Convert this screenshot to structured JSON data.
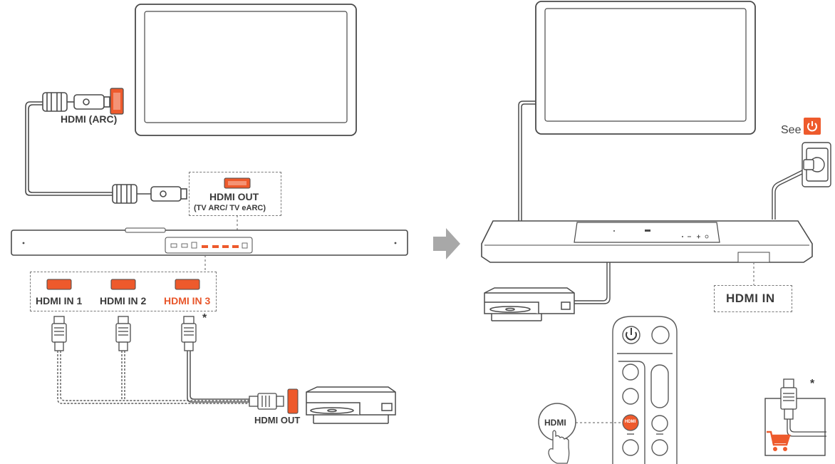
{
  "left_panel": {
    "tv_port_label": "HDMI (ARC)",
    "soundbar_out_label": "HDMI OUT",
    "soundbar_out_sublabel": "(TV ARC/ TV eARC)",
    "inputs": [
      {
        "label": "HDMI IN 1",
        "highlight": false
      },
      {
        "label": "HDMI IN 2",
        "highlight": false
      },
      {
        "label": "HDMI IN 3",
        "highlight": true
      }
    ],
    "asterisk": "*",
    "source_out_label": "HDMI OUT"
  },
  "right_panel": {
    "see_text": "See",
    "power_icon": "power-icon",
    "soundbar_in_label": "HDMI IN",
    "remote_hdmi_button_label": "HDMI",
    "remote_callout_label": "HDMI",
    "asterisk": "*"
  },
  "colors": {
    "accent": "#ee5a2c",
    "line": "#4a4a4a",
    "dashed": "#7a7a7a",
    "arrow": "#a8a8a8"
  }
}
